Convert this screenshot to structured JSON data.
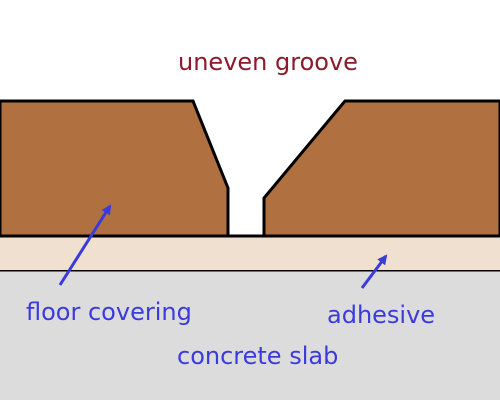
{
  "labels": {
    "groove": "uneven groove",
    "floor_covering": "floor covering",
    "adhesive": "adhesive",
    "concrete_slab": "concrete slab"
  },
  "colors": {
    "title": "#8b1a2b",
    "label": "#3b3bdc",
    "arrow": "#3b3bdc",
    "wood": "#b07040",
    "adhesive": "#f0e0d0",
    "concrete": "#dcdcdc",
    "outline": "#000000",
    "background": "#ffffff"
  }
}
